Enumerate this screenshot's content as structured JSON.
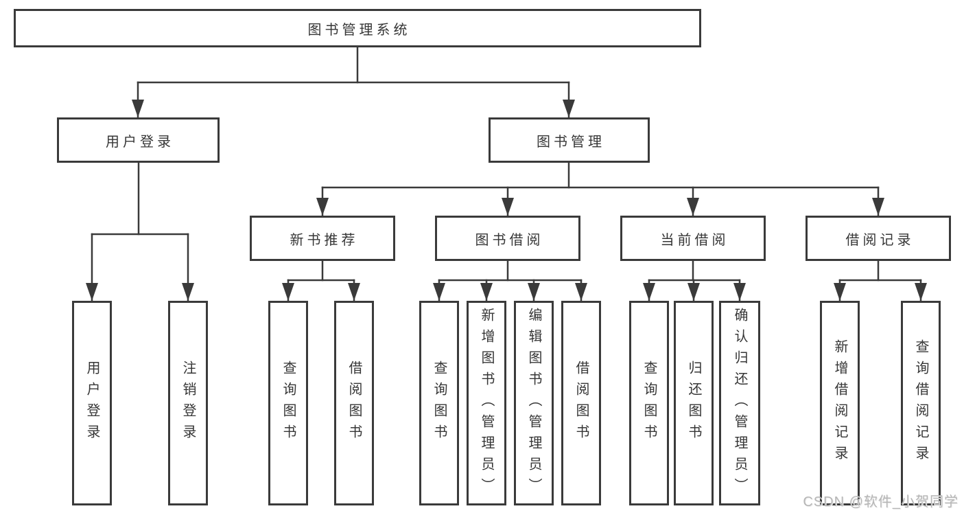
{
  "tree": {
    "root": {
      "label": "图书管理系统",
      "children": [
        {
          "label": "用户登录",
          "children": [
            {
              "label": "用户登录"
            },
            {
              "label": "注销登录"
            }
          ]
        },
        {
          "label": "图书管理",
          "children": [
            {
              "label": "新书推荐",
              "children": [
                {
                  "label": "查询图书"
                },
                {
                  "label": "借阅图书"
                }
              ]
            },
            {
              "label": "图书借阅",
              "children": [
                {
                  "label": "查询图书"
                },
                {
                  "label": "新增图书（管理员）"
                },
                {
                  "label": "编辑图书（管理员）"
                },
                {
                  "label": "借阅图书"
                }
              ]
            },
            {
              "label": "当前借阅",
              "children": [
                {
                  "label": "查询图书"
                },
                {
                  "label": "归还图书"
                },
                {
                  "label": "确认归还（管理员）"
                }
              ]
            },
            {
              "label": "借阅记录",
              "children": [
                {
                  "label": "新增借阅记录"
                },
                {
                  "label": "查询借阅记录"
                }
              ]
            }
          ]
        }
      ]
    }
  },
  "watermark": {
    "text": "CSDN @软件_小贺同学"
  },
  "colors": {
    "line": "#3a3a3a",
    "text": "#363636",
    "box_background": "#ffffff",
    "watermark": "#b6b6b6"
  }
}
